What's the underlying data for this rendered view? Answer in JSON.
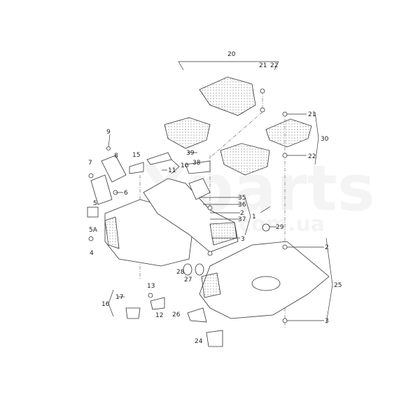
{
  "watermark": "Xparts",
  "watermark_sub": ".com.ua",
  "callouts": [
    {
      "id": "c20",
      "text": "20"
    },
    {
      "id": "c21a",
      "text": "21"
    },
    {
      "id": "c22a",
      "text": "22"
    },
    {
      "id": "c21b",
      "text": "21"
    },
    {
      "id": "c30",
      "text": "30"
    },
    {
      "id": "c22b",
      "text": "22"
    },
    {
      "id": "c9",
      "text": "9"
    },
    {
      "id": "c8",
      "text": "8"
    },
    {
      "id": "c7",
      "text": "7"
    },
    {
      "id": "c15",
      "text": "15"
    },
    {
      "id": "c11",
      "text": "11"
    },
    {
      "id": "c10",
      "text": "10"
    },
    {
      "id": "c39",
      "text": "39"
    },
    {
      "id": "c38",
      "text": "38"
    },
    {
      "id": "c6",
      "text": "6"
    },
    {
      "id": "c5",
      "text": "5"
    },
    {
      "id": "c5A",
      "text": "5A"
    },
    {
      "id": "c4",
      "text": "4"
    },
    {
      "id": "c35",
      "text": "35"
    },
    {
      "id": "c36",
      "text": "36"
    },
    {
      "id": "c2a",
      "text": "2"
    },
    {
      "id": "c37",
      "text": "37"
    },
    {
      "id": "c1",
      "text": "1"
    },
    {
      "id": "c3a",
      "text": "3"
    },
    {
      "id": "c29",
      "text": "29"
    },
    {
      "id": "c2b",
      "text": "2"
    },
    {
      "id": "c25",
      "text": "25"
    },
    {
      "id": "c3b",
      "text": "3"
    },
    {
      "id": "c28",
      "text": "28"
    },
    {
      "id": "c27",
      "text": "27"
    },
    {
      "id": "c13",
      "text": "13"
    },
    {
      "id": "c17",
      "text": "17"
    },
    {
      "id": "c16",
      "text": "16"
    },
    {
      "id": "c12",
      "text": "12"
    },
    {
      "id": "c26",
      "text": "26"
    },
    {
      "id": "c24",
      "text": "24"
    }
  ]
}
